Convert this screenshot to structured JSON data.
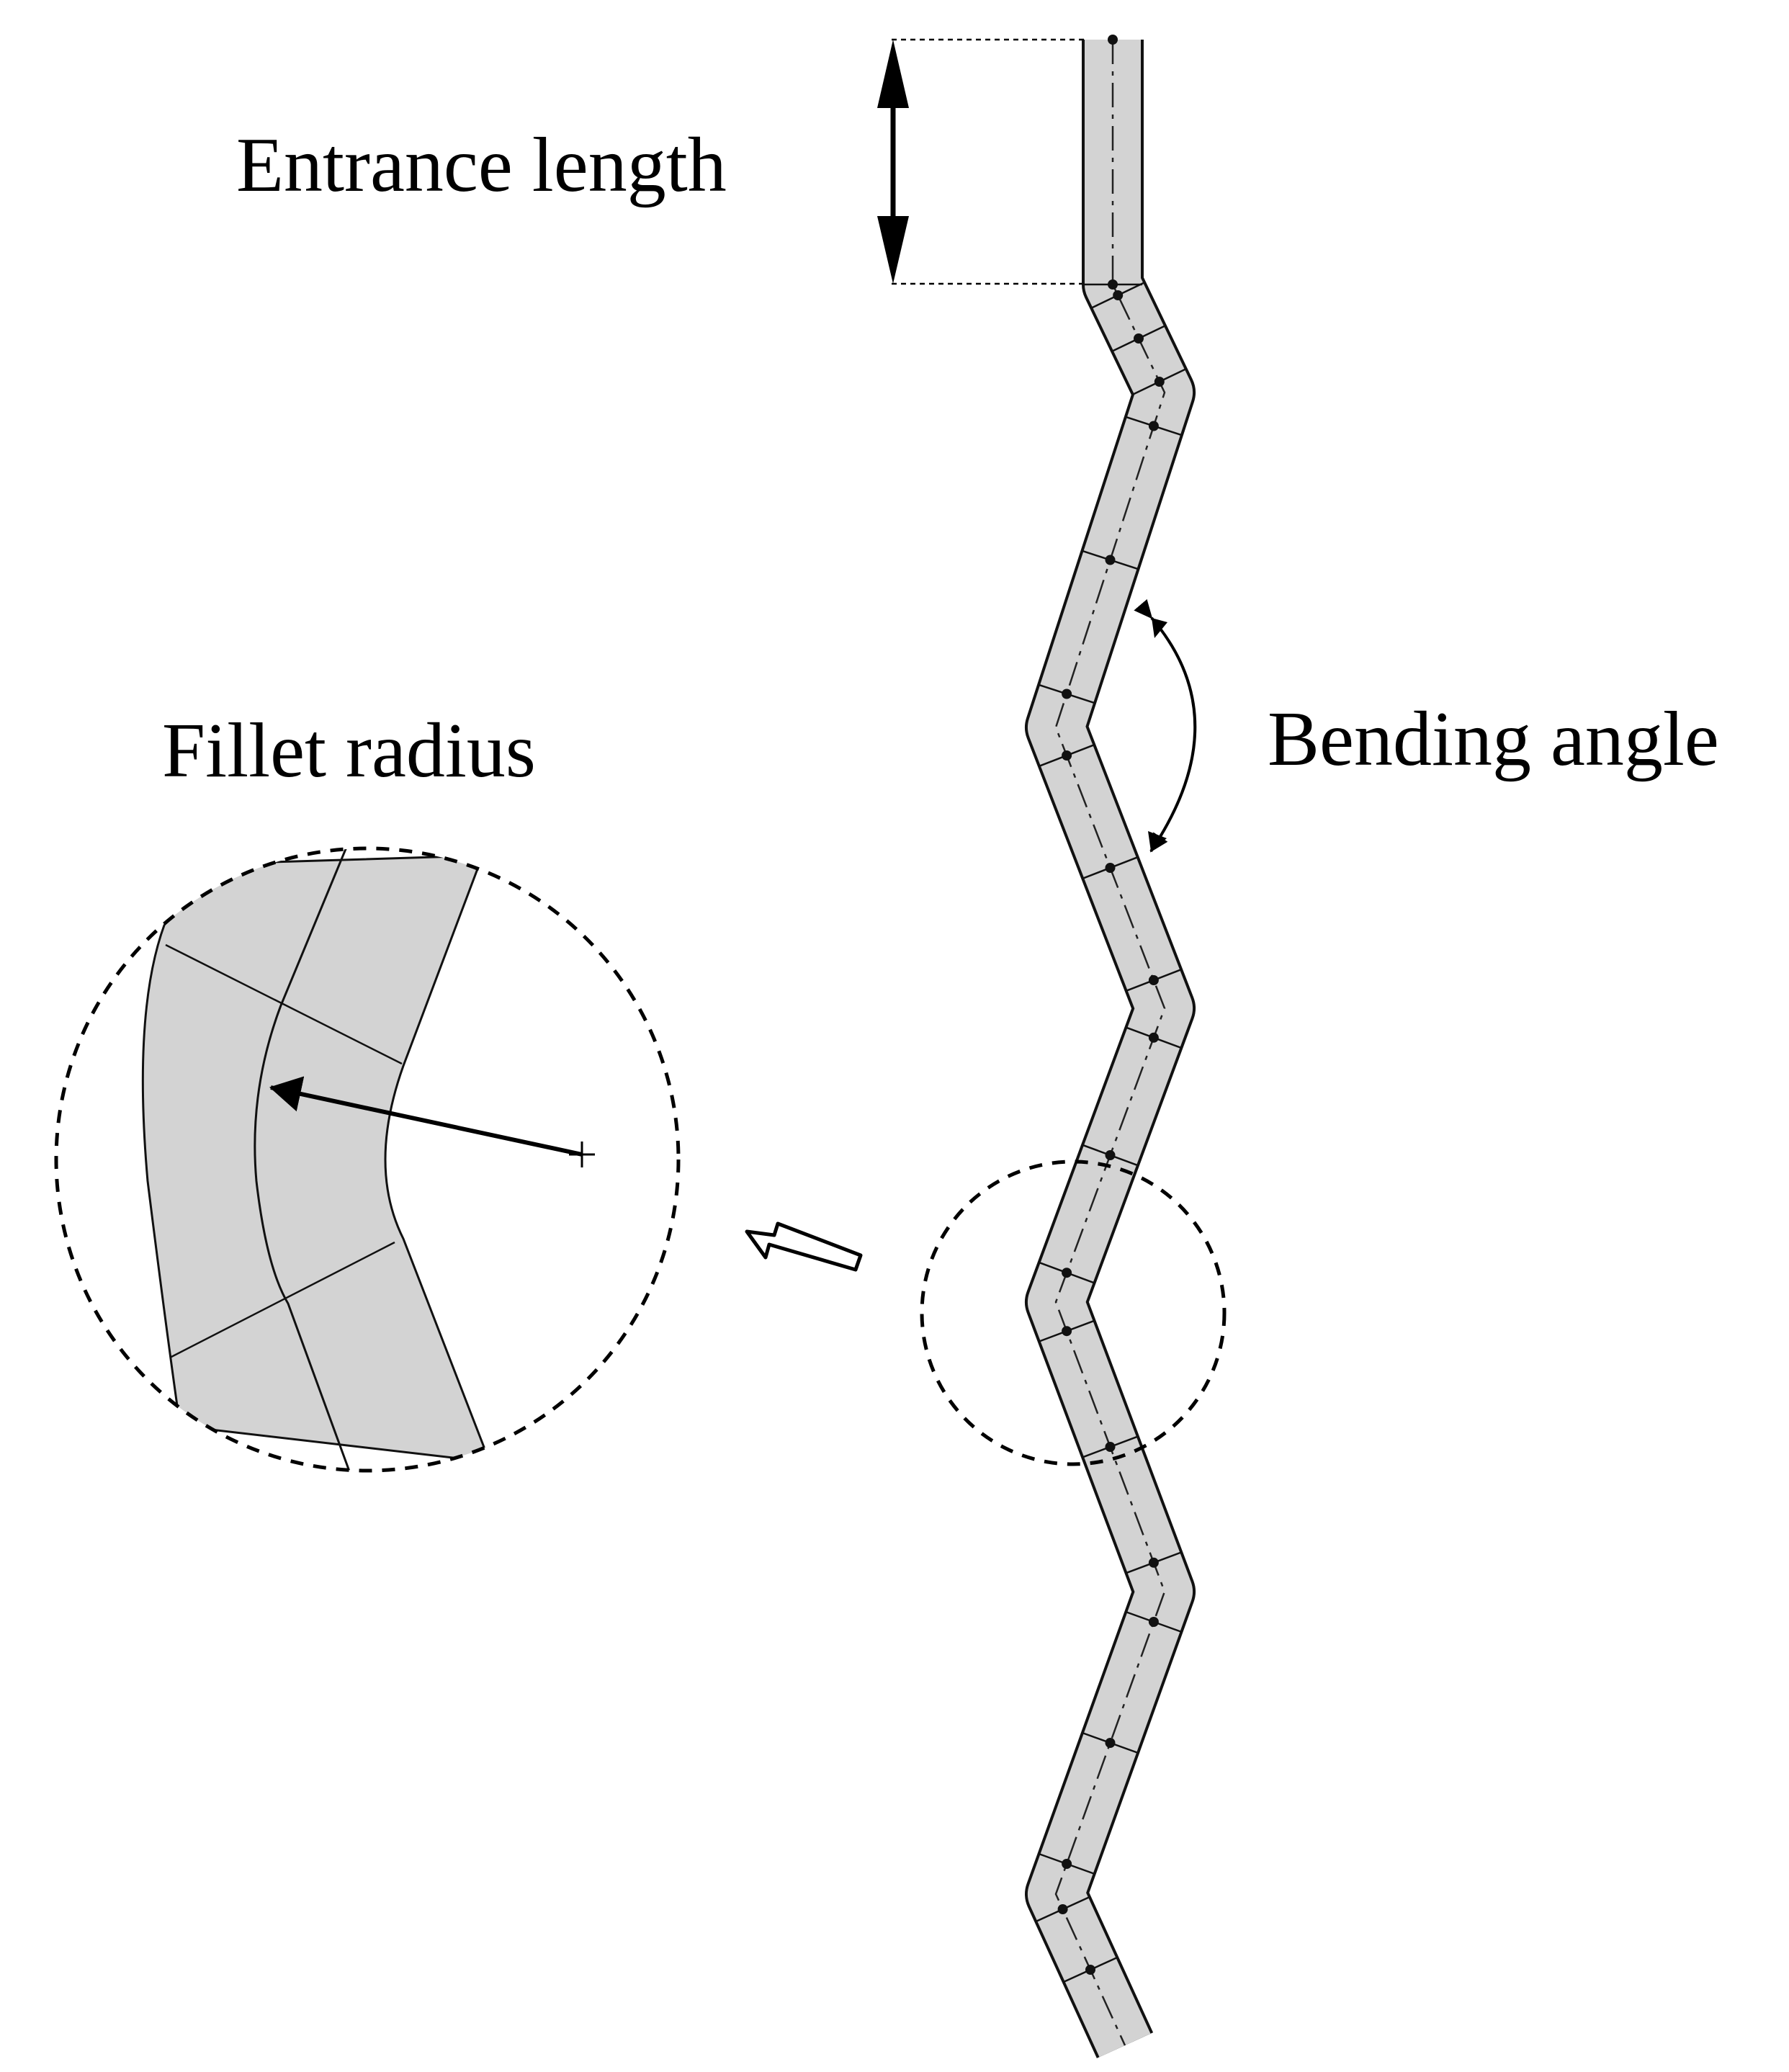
{
  "labels": {
    "entrance_length": "Entrance  length",
    "bending_angle": "Bending  angle",
    "fillet_radius": "Fillet radius"
  },
  "colors": {
    "channel_fill": "#d3d3d3",
    "stroke": "#111111",
    "background": "#ffffff"
  }
}
